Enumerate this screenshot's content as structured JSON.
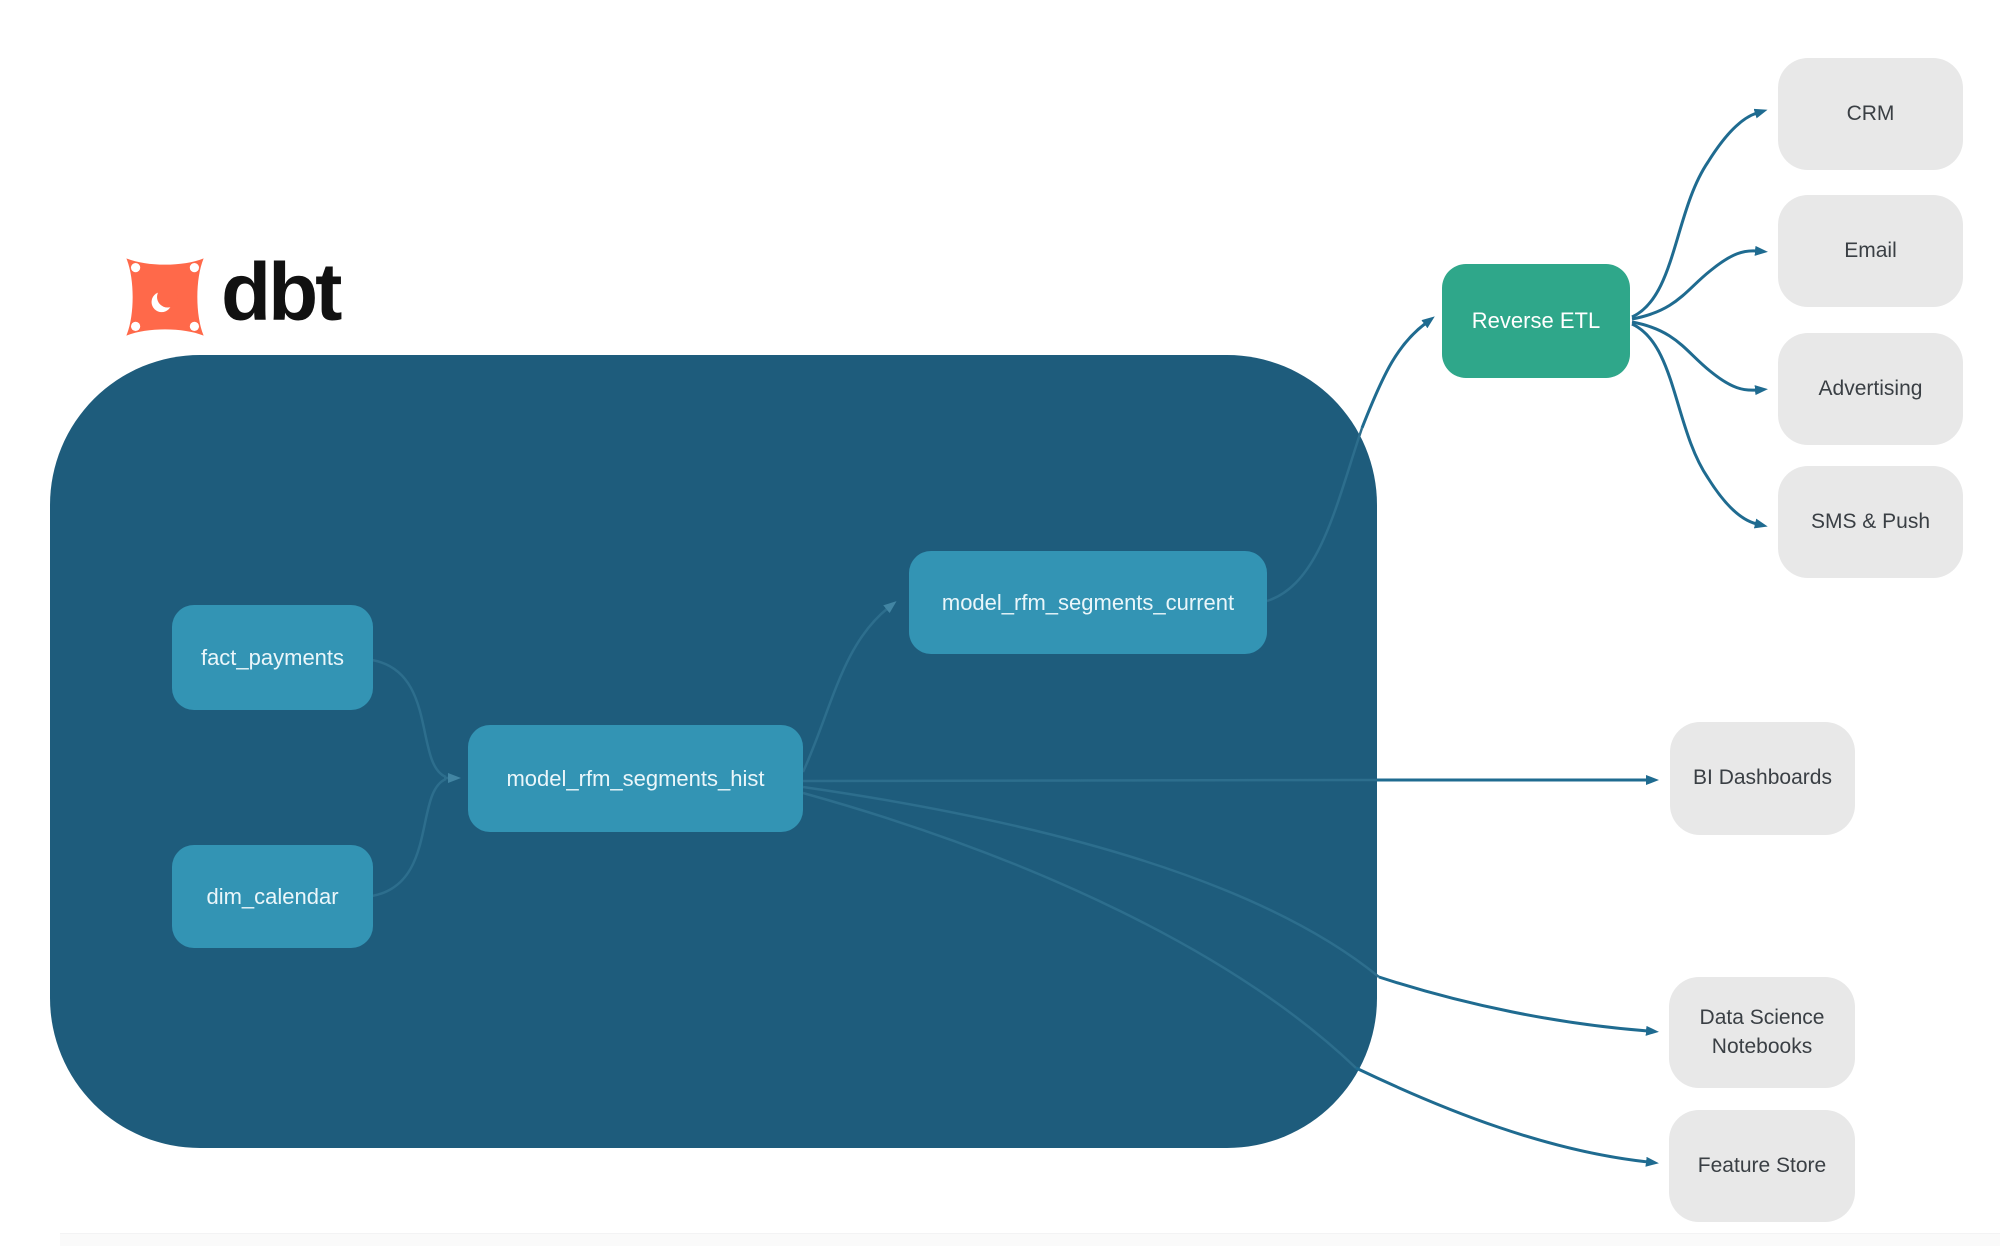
{
  "logo": {
    "text": "dbt"
  },
  "nodes": {
    "fact_payments": {
      "label": "fact_payments"
    },
    "dim_calendar": {
      "label": "dim_calendar"
    },
    "hist": {
      "label": "model_rfm_segments_hist"
    },
    "current": {
      "label": "model_rfm_segments_current"
    },
    "reverse_etl": {
      "label": "Reverse ETL"
    },
    "crm": {
      "label": "CRM"
    },
    "email": {
      "label": "Email"
    },
    "advertising": {
      "label": "Advertising"
    },
    "sms_push": {
      "label": "SMS & Push"
    },
    "bi_dashboards": {
      "label": "BI Dashboards"
    },
    "ds_notebooks": {
      "label": "Data Science Notebooks"
    },
    "feature_store": {
      "label": "Feature Store"
    }
  },
  "edges": [
    {
      "from": "fact_payments",
      "to": "model_rfm_segments_hist"
    },
    {
      "from": "dim_calendar",
      "to": "model_rfm_segments_hist"
    },
    {
      "from": "model_rfm_segments_hist",
      "to": "model_rfm_segments_current"
    },
    {
      "from": "model_rfm_segments_current",
      "to": "Reverse ETL"
    },
    {
      "from": "Reverse ETL",
      "to": "CRM"
    },
    {
      "from": "Reverse ETL",
      "to": "Email"
    },
    {
      "from": "Reverse ETL",
      "to": "Advertising"
    },
    {
      "from": "Reverse ETL",
      "to": "SMS & Push"
    },
    {
      "from": "model_rfm_segments_hist",
      "to": "BI Dashboards"
    },
    {
      "from": "model_rfm_segments_hist",
      "to": "Data Science Notebooks"
    },
    {
      "from": "model_rfm_segments_hist",
      "to": "Feature Store"
    }
  ],
  "colors": {
    "container": "#1E5C7C",
    "model": "#3394B4",
    "etl": "#2FA78A",
    "dest": "#E8E8E8",
    "dest_text": "#3A3F44",
    "edge_in": "#2D6E8D",
    "edge_in_head": "#4285A3",
    "edge_out": "#1F6B90",
    "logo_orange": "#FF694A",
    "node_text": "#EAF6FA"
  }
}
